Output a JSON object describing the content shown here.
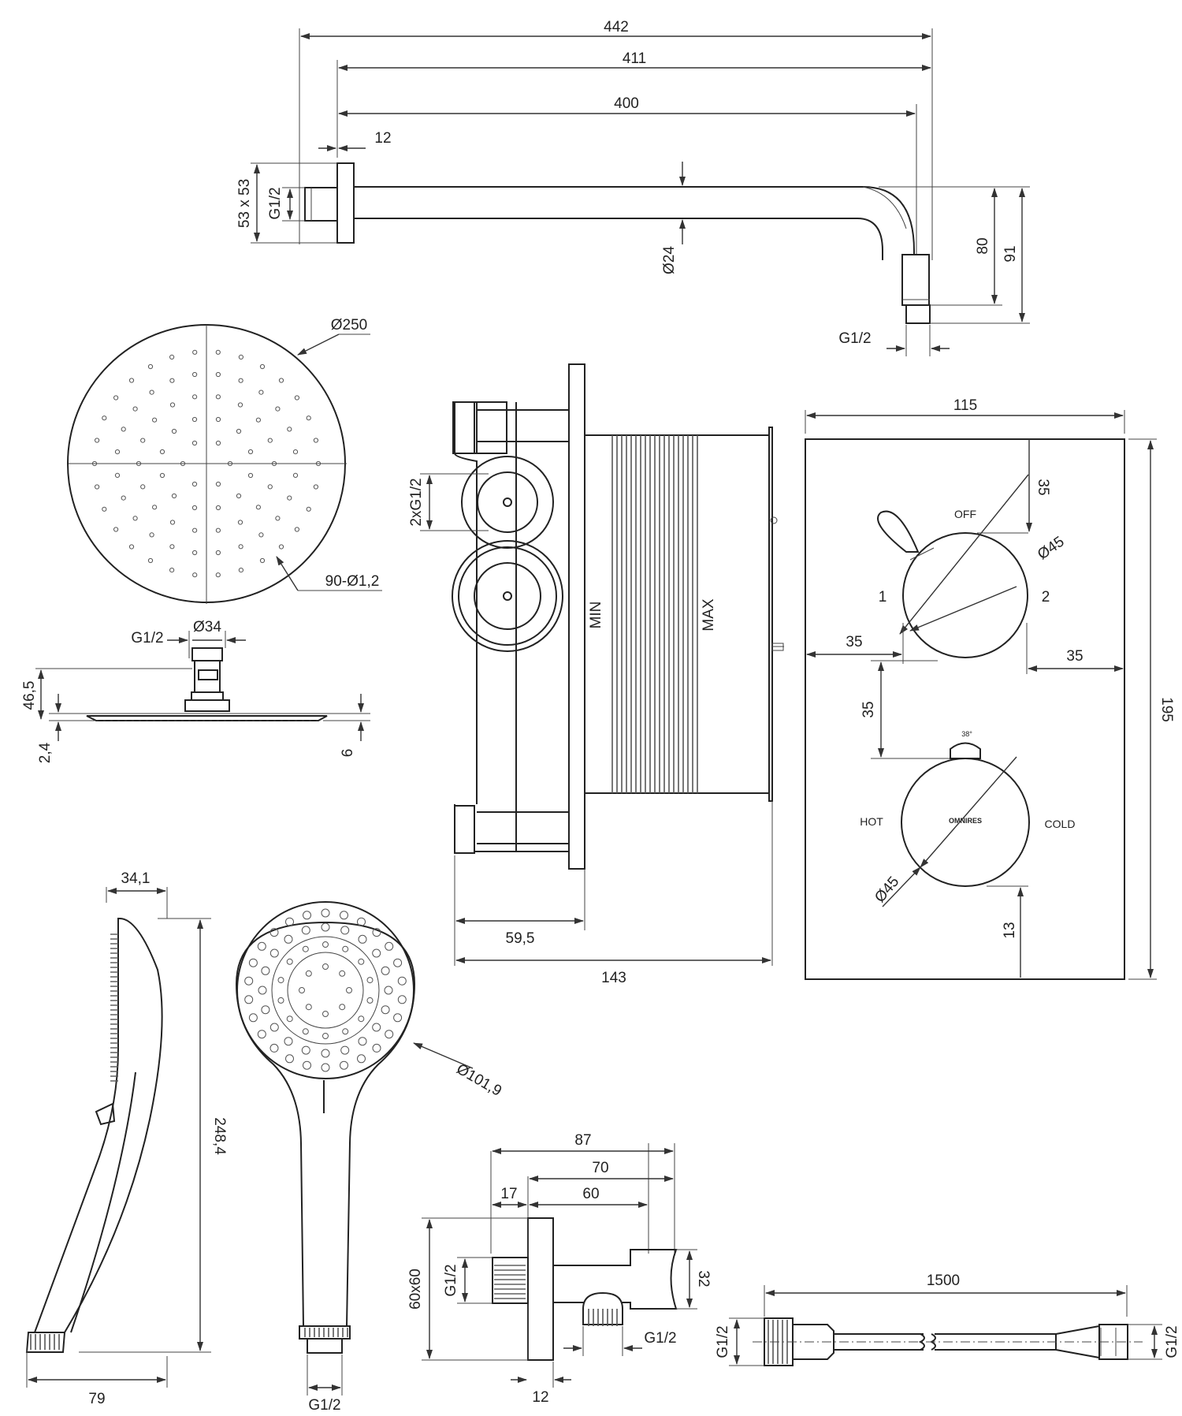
{
  "arm": {
    "total_length": "442",
    "length_from_plate": "411",
    "reach": "400",
    "plate_thickness": "12",
    "plate_size": "53 x 53",
    "inlet_thread": "G1/2",
    "tube_diameter": "Ø24",
    "drop_height": "80",
    "total_height": "91",
    "outlet_thread": "G1/2"
  },
  "rain_head": {
    "diameter": "Ø250",
    "nozzles": "90-Ø1,2",
    "thread": "G1/2",
    "connector_diameter": "Ø34",
    "total_height": "46,5",
    "plate_thickness": "2,4",
    "edge_height": "6"
  },
  "body": {
    "outlets": "2xG1/2",
    "min_label": "MIN",
    "max_label": "MAX",
    "depth_min": "59,5",
    "depth_max": "143"
  },
  "faceplate": {
    "width": "115",
    "height": "195",
    "top_offset": "35",
    "knob_diameter_top": "Ø45",
    "off_label": "OFF",
    "pos1_label": "1",
    "pos2_label": "2",
    "left_offset": "35",
    "right_offset": "35",
    "spacing": "35",
    "angle_label": "38°",
    "hot_label": "HOT",
    "cold_label": "COLD",
    "brand": "OMNIRES",
    "knob_diameter_bottom": "Ø45",
    "bottom_offset": "13"
  },
  "hand_shower": {
    "depth": "34,1",
    "length": "248,4",
    "width": "79",
    "head_diameter": "Ø101,9",
    "thread": "G1/2"
  },
  "wall_outlet": {
    "total_length": "87",
    "length_70": "70",
    "length_60": "60",
    "offset_17": "17",
    "plate_size": "60x60",
    "inlet_thread": "G1/2",
    "height_32": "32",
    "outlet_thread": "G1/2",
    "plate_thickness": "12"
  },
  "hose": {
    "length": "1500",
    "thread_left": "G1/2",
    "thread_right": "G1/2"
  }
}
